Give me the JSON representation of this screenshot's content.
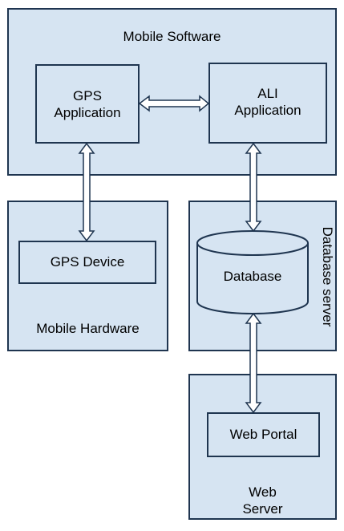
{
  "diagram": {
    "mobile_software": {
      "title": "Mobile Software"
    },
    "gps_application": {
      "line1": "GPS",
      "line2": "Application"
    },
    "ali_application": {
      "line1": "ALI",
      "line2": "Application"
    },
    "mobile_hardware": {
      "title": "Mobile Hardware"
    },
    "gps_device": {
      "label": "GPS Device"
    },
    "database_server": {
      "title": "Database server"
    },
    "database": {
      "label": "Database"
    },
    "web_server": {
      "line1": "Web",
      "line2": "Server"
    },
    "web_portal": {
      "label": "Web Portal"
    }
  },
  "colors": {
    "fill": "#d6e4f2",
    "stroke": "#1f3550",
    "text": "#000000"
  }
}
